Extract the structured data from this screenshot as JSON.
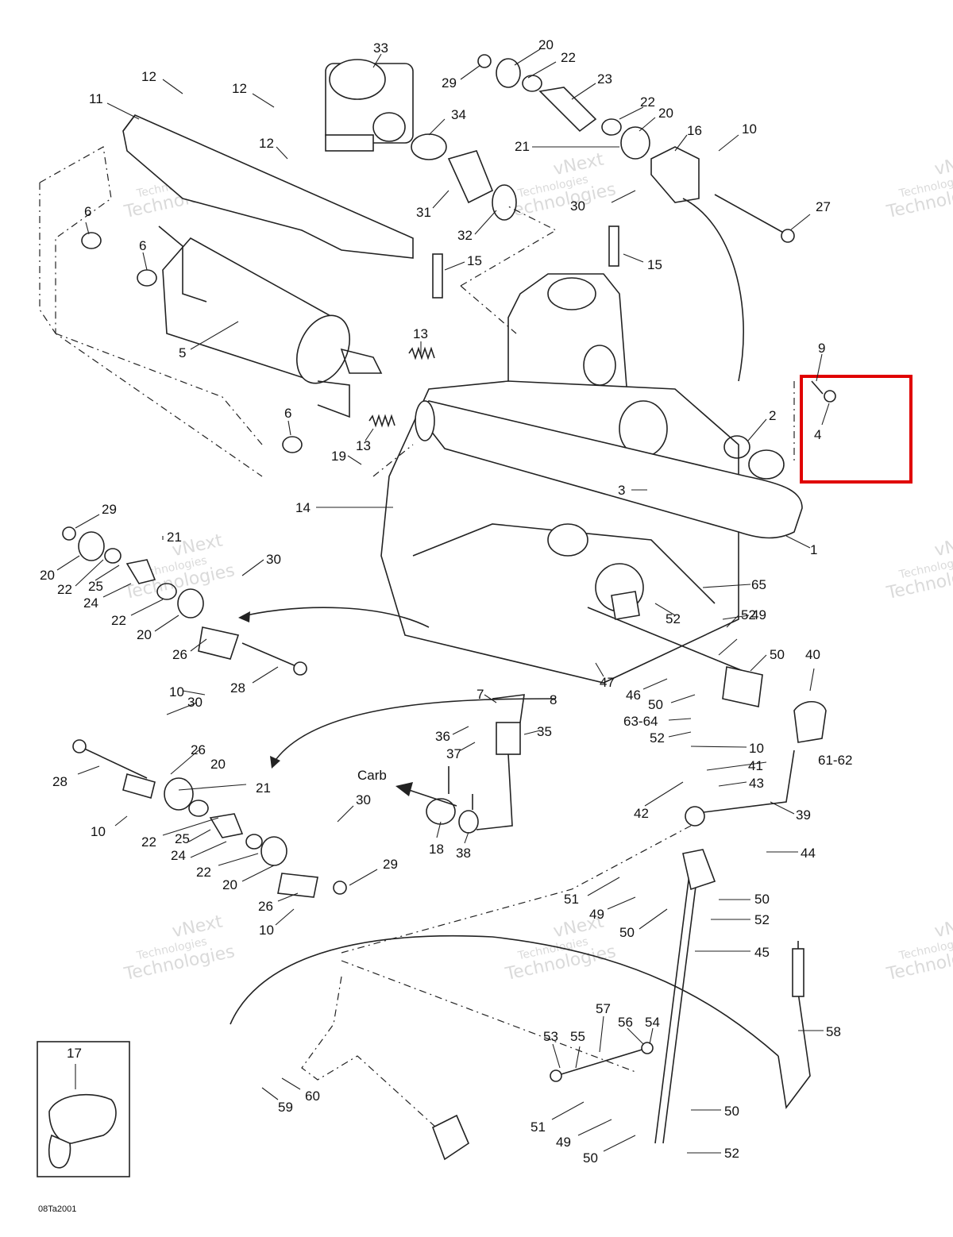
{
  "diagram_code": "08Ta2001",
  "watermark": {
    "line1": "vNext",
    "line2": "Technologies"
  },
  "highlight_color": "#e00000",
  "callouts": [
    {
      "id": "c33",
      "text": "33"
    },
    {
      "id": "c20a",
      "text": "20"
    },
    {
      "id": "c22a",
      "text": "22"
    },
    {
      "id": "c29a",
      "text": "29"
    },
    {
      "id": "c23",
      "text": "23"
    },
    {
      "id": "c12a",
      "text": "12"
    },
    {
      "id": "c12b",
      "text": "12"
    },
    {
      "id": "c11",
      "text": "11"
    },
    {
      "id": "c34",
      "text": "34"
    },
    {
      "id": "c22b",
      "text": "22"
    },
    {
      "id": "c20b",
      "text": "20"
    },
    {
      "id": "c16",
      "text": "16"
    },
    {
      "id": "c10a",
      "text": "10"
    },
    {
      "id": "c21a",
      "text": "21"
    },
    {
      "id": "c12c",
      "text": "12"
    },
    {
      "id": "c30a",
      "text": "30"
    },
    {
      "id": "c27",
      "text": "27"
    },
    {
      "id": "c31",
      "text": "31"
    },
    {
      "id": "c32",
      "text": "32"
    },
    {
      "id": "c6a",
      "text": "6"
    },
    {
      "id": "c6b",
      "text": "6"
    },
    {
      "id": "c15a",
      "text": "15"
    },
    {
      "id": "c15b",
      "text": "15"
    },
    {
      "id": "c13a",
      "text": "13"
    },
    {
      "id": "c5",
      "text": "5"
    },
    {
      "id": "c9",
      "text": "9"
    },
    {
      "id": "c4",
      "text": "4"
    },
    {
      "id": "c2",
      "text": "2"
    },
    {
      "id": "c6c",
      "text": "6"
    },
    {
      "id": "c13b",
      "text": "13"
    },
    {
      "id": "c19",
      "text": "19"
    },
    {
      "id": "c3",
      "text": "3"
    },
    {
      "id": "c14",
      "text": "14"
    },
    {
      "id": "c1",
      "text": "1"
    },
    {
      "id": "c29b",
      "text": "29"
    },
    {
      "id": "c21b",
      "text": "21"
    },
    {
      "id": "c20c",
      "text": "20"
    },
    {
      "id": "c22c",
      "text": "22"
    },
    {
      "id": "c25a",
      "text": "25"
    },
    {
      "id": "c30b",
      "text": "30"
    },
    {
      "id": "c24a",
      "text": "24"
    },
    {
      "id": "c22d",
      "text": "22"
    },
    {
      "id": "c20d",
      "text": "20"
    },
    {
      "id": "c65",
      "text": "65"
    },
    {
      "id": "c49a",
      "text": "49"
    },
    {
      "id": "c52a",
      "text": "52"
    },
    {
      "id": "c52b",
      "text": "52"
    },
    {
      "id": "c26a",
      "text": "26"
    },
    {
      "id": "c50a",
      "text": "50"
    },
    {
      "id": "c10b",
      "text": "10"
    },
    {
      "id": "c28a",
      "text": "28"
    },
    {
      "id": "c47",
      "text": "47"
    },
    {
      "id": "c46",
      "text": "46"
    },
    {
      "id": "c40",
      "text": "40"
    },
    {
      "id": "c7",
      "text": "7"
    },
    {
      "id": "c8",
      "text": "8"
    },
    {
      "id": "c50b",
      "text": "50"
    },
    {
      "id": "c30c",
      "text": "30"
    },
    {
      "id": "c6364",
      "text": "63-64"
    },
    {
      "id": "c36",
      "text": "36"
    },
    {
      "id": "c35",
      "text": "35"
    },
    {
      "id": "c52c",
      "text": "52"
    },
    {
      "id": "c37",
      "text": "37"
    },
    {
      "id": "c26b",
      "text": "26"
    },
    {
      "id": "c10c",
      "text": "10"
    },
    {
      "id": "c20e",
      "text": "20"
    },
    {
      "id": "c6162",
      "text": "61-62"
    },
    {
      "id": "c41",
      "text": "41"
    },
    {
      "id": "c28b",
      "text": "28"
    },
    {
      "id": "c21c",
      "text": "21"
    },
    {
      "id": "c43",
      "text": "43"
    },
    {
      "id": "c42",
      "text": "42"
    },
    {
      "id": "c39",
      "text": "39"
    },
    {
      "id": "c30d",
      "text": "30"
    },
    {
      "id": "c10d",
      "text": "10"
    },
    {
      "id": "c22e",
      "text": "22"
    },
    {
      "id": "c25b",
      "text": "25"
    },
    {
      "id": "c18",
      "text": "18"
    },
    {
      "id": "c38",
      "text": "38"
    },
    {
      "id": "c44",
      "text": "44"
    },
    {
      "id": "c24b",
      "text": "24"
    },
    {
      "id": "c29c",
      "text": "29"
    },
    {
      "id": "c22f",
      "text": "22"
    },
    {
      "id": "c20f",
      "text": "20"
    },
    {
      "id": "c51a",
      "text": "51"
    },
    {
      "id": "c50c",
      "text": "50"
    },
    {
      "id": "c49b",
      "text": "49"
    },
    {
      "id": "c52d",
      "text": "52"
    },
    {
      "id": "c26c",
      "text": "26"
    },
    {
      "id": "c50d",
      "text": "50"
    },
    {
      "id": "c10e",
      "text": "10"
    },
    {
      "id": "c45",
      "text": "45"
    },
    {
      "id": "c17",
      "text": "17"
    },
    {
      "id": "c57",
      "text": "57"
    },
    {
      "id": "c56",
      "text": "56"
    },
    {
      "id": "c54",
      "text": "54"
    },
    {
      "id": "c58",
      "text": "58"
    },
    {
      "id": "c53",
      "text": "53"
    },
    {
      "id": "c55",
      "text": "55"
    },
    {
      "id": "c60",
      "text": "60"
    },
    {
      "id": "c59",
      "text": "59"
    },
    {
      "id": "c50e",
      "text": "50"
    },
    {
      "id": "c51b",
      "text": "51"
    },
    {
      "id": "c49c",
      "text": "49"
    },
    {
      "id": "c52e",
      "text": "52"
    },
    {
      "id": "c50f",
      "text": "50"
    }
  ],
  "carb_label": "Carb"
}
